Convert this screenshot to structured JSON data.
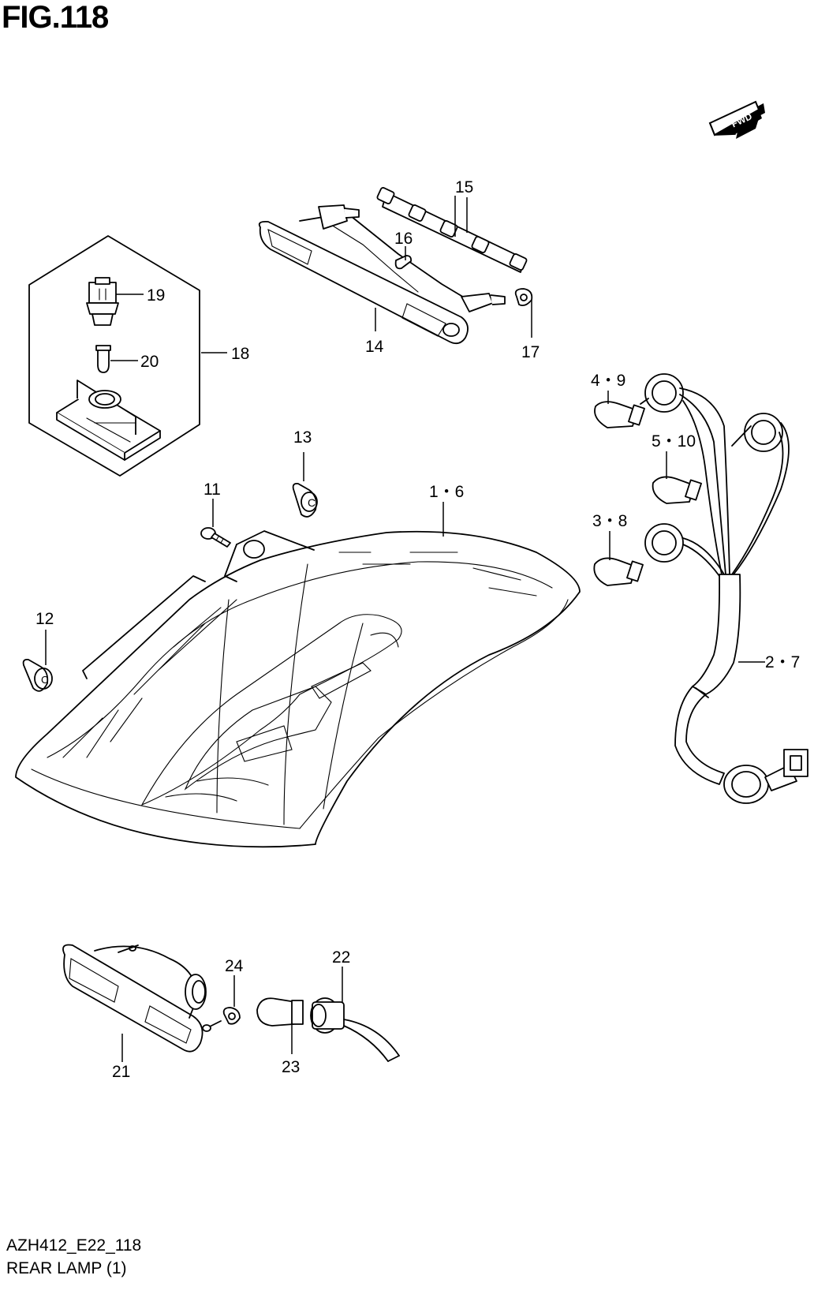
{
  "figure": {
    "title": "FIG.118"
  },
  "direction_marker": {
    "label": "FWD",
    "icon": "forward-arrow-icon"
  },
  "callouts": [
    {
      "id": "c15",
      "label": "15"
    },
    {
      "id": "c16",
      "label": "16"
    },
    {
      "id": "c19",
      "label": "19"
    },
    {
      "id": "c20",
      "label": "20"
    },
    {
      "id": "c18",
      "label": "18"
    },
    {
      "id": "c14",
      "label": "14"
    },
    {
      "id": "c17",
      "label": "17"
    },
    {
      "id": "c4_9",
      "label": "4・9"
    },
    {
      "id": "c5_10",
      "label": "5・10"
    },
    {
      "id": "c13",
      "label": "13"
    },
    {
      "id": "c11",
      "label": "11"
    },
    {
      "id": "c1_6",
      "label": "1・6"
    },
    {
      "id": "c3_8",
      "label": "3・8"
    },
    {
      "id": "c12",
      "label": "12"
    },
    {
      "id": "c2_7",
      "label": "2・7"
    },
    {
      "id": "c24",
      "label": "24"
    },
    {
      "id": "c22",
      "label": "22"
    },
    {
      "id": "c21",
      "label": "21"
    },
    {
      "id": "c23",
      "label": "23"
    }
  ],
  "footer": {
    "code": "AZH412_E22_118",
    "name": "REAR LAMP (1)"
  },
  "colors": {
    "line": "#000000",
    "background": "#ffffff"
  }
}
